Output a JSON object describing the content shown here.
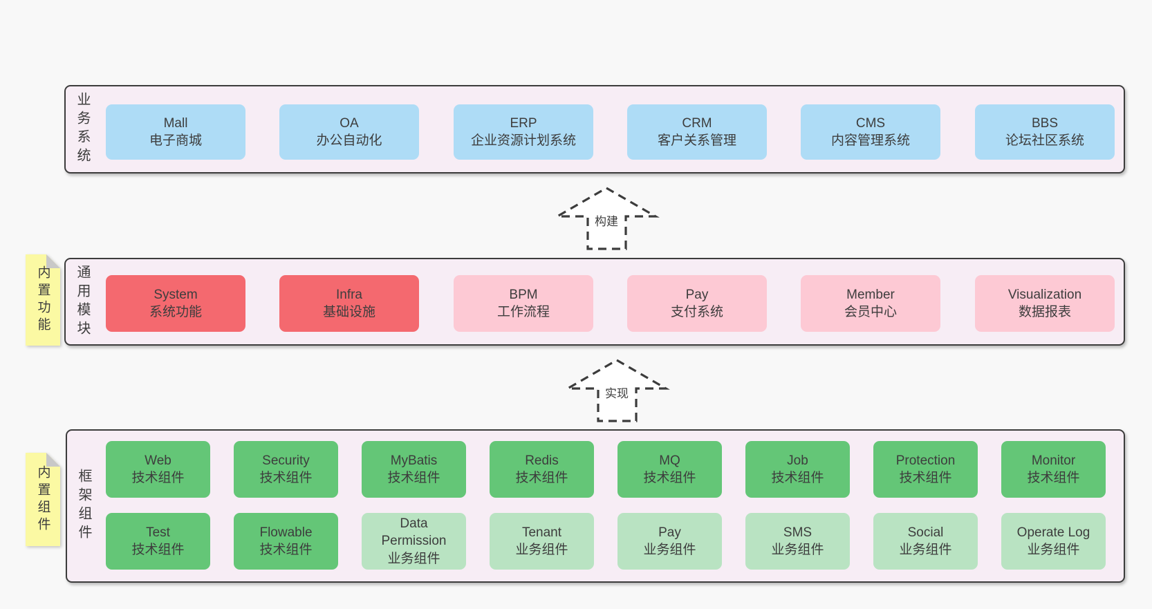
{
  "colors": {
    "page_bg": "#f8f8f8",
    "panel_bg": "#f7edf5",
    "panel_border": "#3c3c3c",
    "business_box": "#aedcf6",
    "core_module_box": "#f4696f",
    "optional_module_box": "#fdc9d4",
    "tech_component_box": "#64c677",
    "biz_component_box": "#b9e3c2",
    "sticky_note": "#fbf9a3",
    "note_fold": "#c8c8c8",
    "text": "#3d3d3d"
  },
  "arrows": [
    {
      "label": "构建"
    },
    {
      "label": "实现"
    }
  ],
  "notes": [
    {
      "text": "内置功能"
    },
    {
      "text": "内置组件"
    }
  ],
  "layers": {
    "business": {
      "label": "业务系统",
      "boxes": [
        {
          "en": "Mall",
          "zh": "电子商城"
        },
        {
          "en": "OA",
          "zh": "办公自动化"
        },
        {
          "en": "ERP",
          "zh": "企业资源计划系统"
        },
        {
          "en": "CRM",
          "zh": "客户关系管理"
        },
        {
          "en": "CMS",
          "zh": "内容管理系统"
        },
        {
          "en": "BBS",
          "zh": "论坛社区系统"
        }
      ]
    },
    "modules": {
      "label": "通用模块",
      "boxes": [
        {
          "en": "System",
          "zh": "系统功能"
        },
        {
          "en": "Infra",
          "zh": "基础设施"
        },
        {
          "en": "BPM",
          "zh": "工作流程"
        },
        {
          "en": "Pay",
          "zh": "支付系统"
        },
        {
          "en": "Member",
          "zh": "会员中心"
        },
        {
          "en": "Visualization",
          "zh": "数据报表"
        }
      ]
    },
    "framework": {
      "label": "框架组件",
      "row1": [
        {
          "en": "Web",
          "zh": "技术组件"
        },
        {
          "en": "Security",
          "zh": "技术组件"
        },
        {
          "en": "MyBatis",
          "zh": "技术组件"
        },
        {
          "en": "Redis",
          "zh": "技术组件"
        },
        {
          "en": "MQ",
          "zh": "技术组件"
        },
        {
          "en": "Job",
          "zh": "技术组件"
        },
        {
          "en": "Protection",
          "zh": "技术组件"
        },
        {
          "en": "Monitor",
          "zh": "技术组件"
        }
      ],
      "row2": [
        {
          "en": "Test",
          "zh": "技术组件"
        },
        {
          "en": "Flowable",
          "zh": "技术组件"
        },
        {
          "en": "Data Permission",
          "zh": "业务组件"
        },
        {
          "en": "Tenant",
          "zh": "业务组件"
        },
        {
          "en": "Pay",
          "zh": "业务组件"
        },
        {
          "en": "SMS",
          "zh": "业务组件"
        },
        {
          "en": "Social",
          "zh": "业务组件"
        },
        {
          "en": "Operate Log",
          "zh": "业务组件"
        }
      ]
    }
  }
}
